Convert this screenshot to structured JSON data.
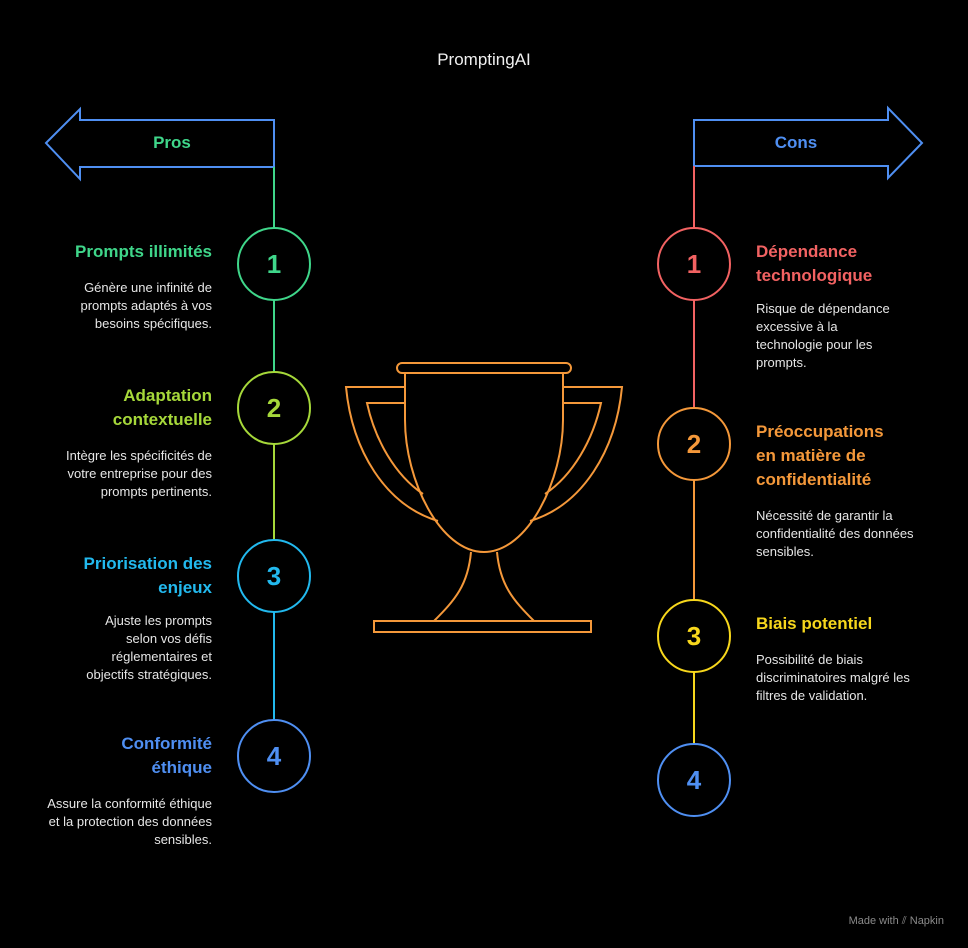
{
  "title": "PromptingAI",
  "pros": {
    "label": "Pros",
    "color": "#3fd68a",
    "items": [
      {
        "num": "1",
        "title": "Prompts illimités",
        "desc": "Génère une infinité de prompts adaptés à vos besoins spécifiques.",
        "color": "#3fd68a"
      },
      {
        "num": "2",
        "title": "Adaptation contextuelle",
        "desc": "Intègre les spécificités de votre entreprise pour des prompts pertinents.",
        "color": "#a6d83a"
      },
      {
        "num": "3",
        "title": "Priorisation des enjeux",
        "desc": "Ajuste les prompts selon vos défis réglementaires et objectifs stratégiques.",
        "color": "#22b9ee"
      },
      {
        "num": "4",
        "title": "Conformité éthique",
        "desc": "Assure la conformité éthique et la protection des données sensibles.",
        "color": "#4f8ff2"
      }
    ]
  },
  "cons": {
    "label": "Cons",
    "color": "#4f8ff2",
    "items": [
      {
        "num": "1",
        "title": "Dépendance technologique",
        "desc": "Risque de dépendance excessive à la technologie pour les prompts.",
        "color": "#f26262"
      },
      {
        "num": "2",
        "title": "Préoccupations en matière de confidentialité",
        "desc": "Nécessité de garantir la confidentialité des données sensibles.",
        "color": "#f4983a"
      },
      {
        "num": "3",
        "title": "Biais potentiel",
        "desc": "Possibilité de biais discriminatoires malgré les filtres de validation.",
        "color": "#f7d71c"
      },
      {
        "num": "4",
        "title": "",
        "desc": "",
        "color": "#4f8ff2"
      }
    ]
  },
  "trophy_color": "#f4983a",
  "footer": {
    "made_with": "Made with",
    "brand": "Napkin"
  }
}
